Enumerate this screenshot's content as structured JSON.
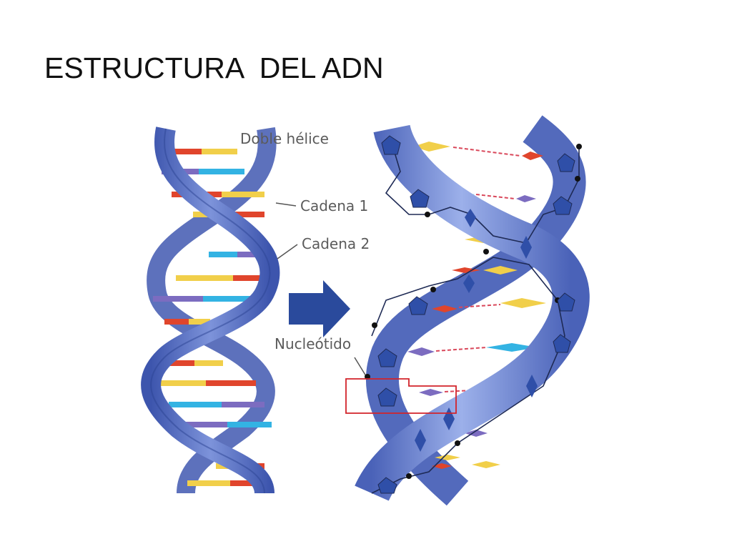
{
  "slide": {
    "title": "ESTRUCTURA  DEL ADN"
  },
  "figure": {
    "labels": {
      "double_helix": "Doble hélice",
      "strand_1": "Cadena 1",
      "strand_2": "Cadena 2",
      "nucleotide": "Nucleótido"
    },
    "colors": {
      "backbone": "#5f77c9",
      "backbone_dark": "#3a52a8",
      "backbone_light": "#8fa3e0",
      "sugar": "#2f4fa8",
      "base_red": "#e0452c",
      "base_yellow": "#f1cf4a",
      "base_cyan": "#33b3e3",
      "base_purple": "#7c6cc0",
      "hydrogen_bond": "#d9475a",
      "arrow": "#2a4a9c",
      "highlight_box": "#d2232a"
    },
    "icons": [
      "double-helix-diagram",
      "right-arrow",
      "zoomed-helix-diagram"
    ]
  }
}
